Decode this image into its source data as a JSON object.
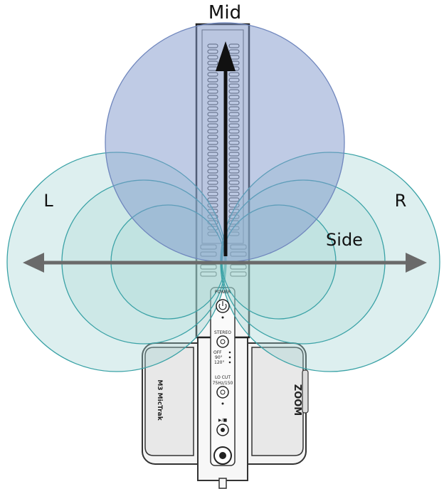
{
  "labels": {
    "mid": "Mid",
    "left": "L",
    "right": "R",
    "side": "Side"
  },
  "device": {
    "power_label": "POWER",
    "stereo_label": "STEREO",
    "mode_off": "OFF",
    "mode_90": "90°",
    "mode_120": "120°",
    "lo_cut_label": "LO CUT",
    "lo_cut_sub": "75Hz/150",
    "play_label": "▶/■",
    "left_brand": "M3 MicTrak",
    "right_brand": "ZOOM"
  },
  "colors": {
    "mid_fill": "#7f97cc",
    "mid_stroke": "#6f86bd",
    "side_fill": "#9fd2d0",
    "side_stroke": "#3aa2a6",
    "arrow": "#6a6a6a"
  }
}
